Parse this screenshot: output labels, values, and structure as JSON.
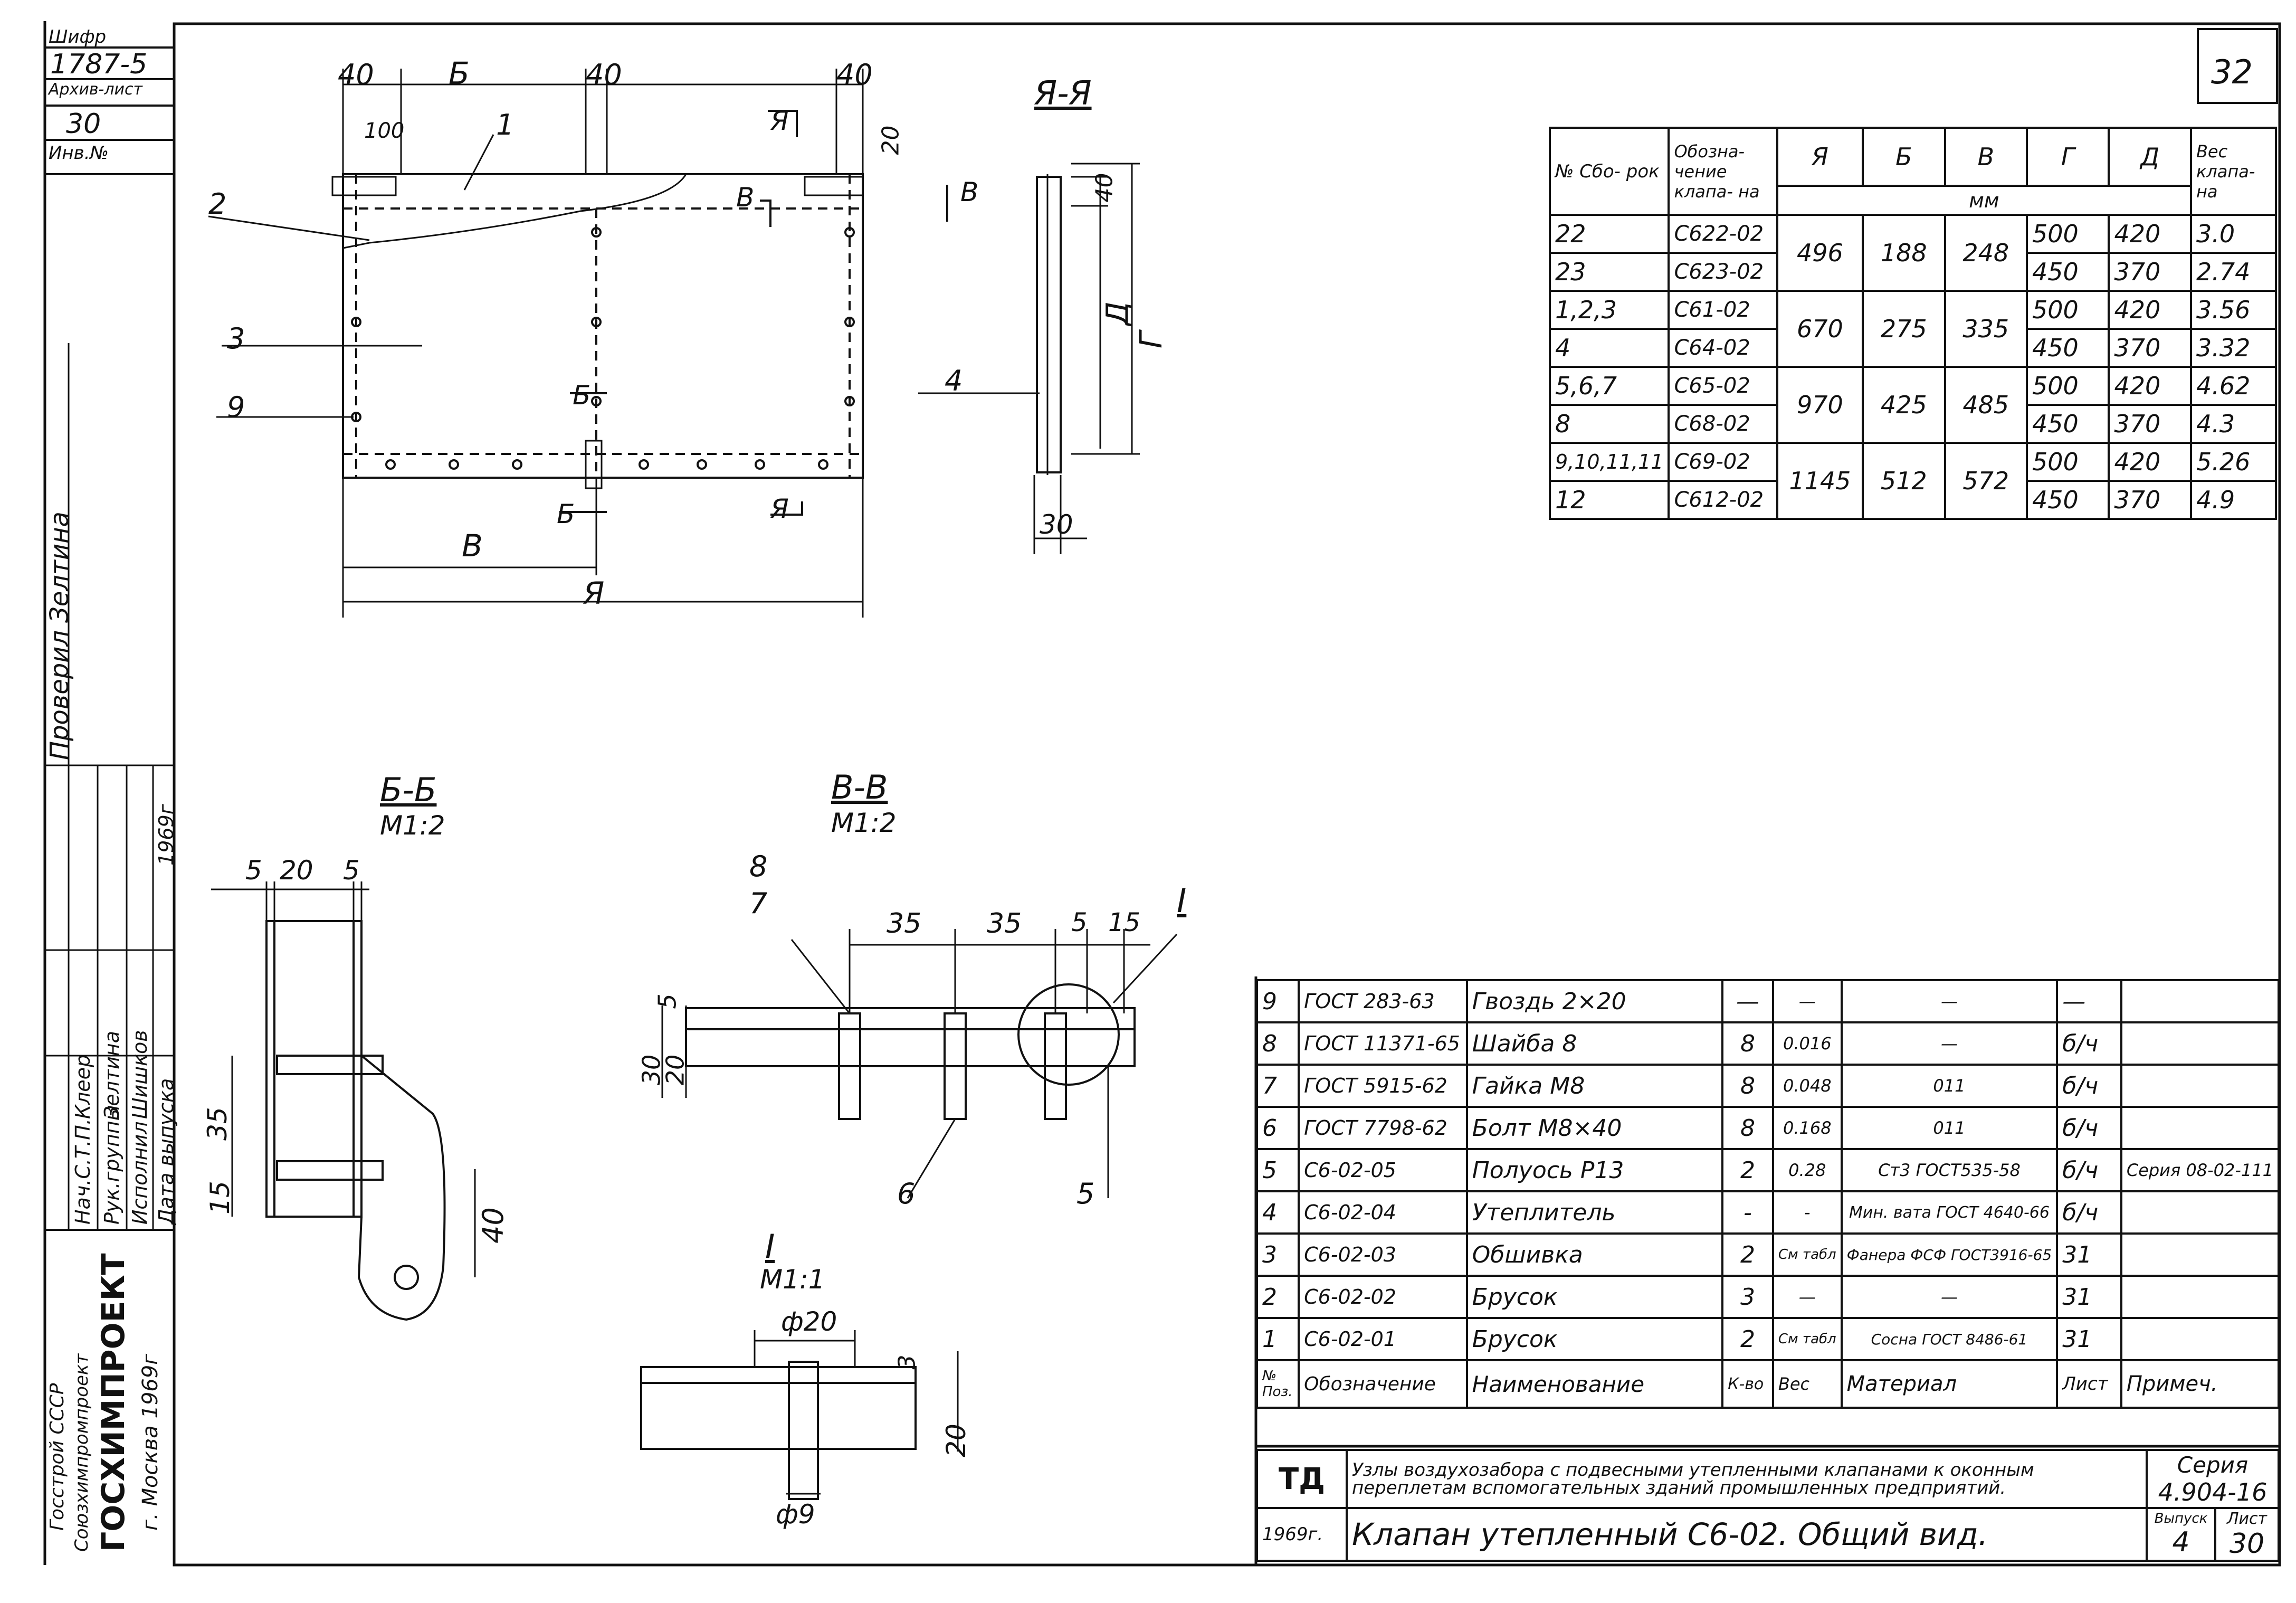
{
  "sheet_corner_number": "32",
  "stamp": {
    "cipher_label": "Шифр",
    "cipher_value": "1787-5",
    "archive_label": "Архив-лист",
    "archive_value": "30",
    "inv_label": "Инв.№",
    "signatures": [
      {
        "role": "Нач.С.Т.П.",
        "name": "Клеер"
      },
      {
        "role": "Рук.группы",
        "name": "Зелтина"
      },
      {
        "role": "Исполнил",
        "name": "Шишков"
      },
      {
        "role": "Дата выпуска",
        "name": "1969г"
      }
    ],
    "checked_label": "Проверил",
    "checked_name": "Зелтина",
    "org_1": "Госстрой СССР",
    "org_2": "Союзхимпромпроект",
    "org_name": "ГОСХИМПРОЕКТ",
    "org_city": "г. Москва 1969г"
  },
  "views": {
    "main_title": "",
    "aa_title": "Я-Я",
    "bb_title": "Б-Б",
    "bb_scale": "М1:2",
    "vv_title": "В-В",
    "vv_scale": "М1:2",
    "i_title": "I",
    "i_scale": "М1:1"
  },
  "dims": {
    "top_40a": "40",
    "top_b": "Б",
    "top_40b": "40",
    "top_40c": "40",
    "top_100": "100",
    "d20": "20",
    "d40": "40",
    "d30": "30",
    "dim_v": "В",
    "dim_a": "Я",
    "dim_g": "Г",
    "dim_d": "Д",
    "sec_b_mark": "Б",
    "sec_v_mark": "В",
    "sec_a_mark": "Я",
    "bb_5a": "5",
    "bb_20": "20",
    "bb_5b": "5",
    "bb_35": "35",
    "bb_15": "15",
    "bb_40": "40",
    "vv_35a": "35",
    "vv_35b": "35",
    "vv_5": "5",
    "vv_15": "15",
    "vv_left5": "5",
    "vv_30": "30",
    "vv_20": "20",
    "i_d20": "ф20",
    "i_d9": "ф9",
    "i_3": "3",
    "i_20": "20"
  },
  "callouts": {
    "c1": "1",
    "c2": "2",
    "c3": "3",
    "c9": "9",
    "c4": "4",
    "c8": "8",
    "c7": "7",
    "c6": "6",
    "c5": "5",
    "cI": "I"
  },
  "params_table": {
    "headers": [
      "№ Сбо- рок",
      "Обозна- чение клапа- на",
      "Я",
      "Б",
      "В",
      "Г",
      "Д",
      "Вес клапа- на"
    ],
    "unit": "мм",
    "rows": [
      {
        "no": "22",
        "code": "С622-02",
        "A": "496",
        "B": "188",
        "V": "248",
        "G": "500",
        "D": "420",
        "W": "3.0"
      },
      {
        "no": "23",
        "code": "С623-02",
        "A": "",
        "B": "",
        "V": "",
        "G": "450",
        "D": "370",
        "W": "2.74"
      },
      {
        "no": "1,2,3",
        "code": "С61-02",
        "A": "670",
        "B": "275",
        "V": "335",
        "G": "500",
        "D": "420",
        "W": "3.56"
      },
      {
        "no": "4",
        "code": "С64-02",
        "A": "",
        "B": "",
        "V": "",
        "G": "450",
        "D": "370",
        "W": "3.32"
      },
      {
        "no": "5,6,7",
        "code": "С65-02",
        "A": "970",
        "B": "425",
        "V": "485",
        "G": "500",
        "D": "420",
        "W": "4.62"
      },
      {
        "no": "8",
        "code": "С68-02",
        "A": "",
        "B": "",
        "V": "",
        "G": "450",
        "D": "370",
        "W": "4.3"
      },
      {
        "no": "9,10,11,11",
        "code": "С69-02",
        "A": "1145",
        "B": "512",
        "V": "572",
        "G": "500",
        "D": "420",
        "W": "5.26"
      },
      {
        "no": "12",
        "code": "С612-02",
        "A": "",
        "B": "",
        "V": "",
        "G": "450",
        "D": "370",
        "W": "4.9"
      }
    ]
  },
  "parts_list": {
    "rows": [
      {
        "pos": "9",
        "code": "ГОСТ 283-63",
        "name": "Гвоздь 2×20",
        "qty": "—",
        "weight": "—",
        "material": "—",
        "sheet": "—",
        "note": ""
      },
      {
        "pos": "8",
        "code": "ГОСТ 11371-65",
        "name": "Шайба 8",
        "qty": "8",
        "weight": "0.016",
        "material": "—",
        "sheet": "б/ч",
        "note": ""
      },
      {
        "pos": "7",
        "code": "ГОСТ 5915-62",
        "name": "Гайка М8",
        "qty": "8",
        "weight": "0.048",
        "material": "011",
        "sheet": "б/ч",
        "note": ""
      },
      {
        "pos": "6",
        "code": "ГОСТ 7798-62",
        "name": "Болт М8×40",
        "qty": "8",
        "weight": "0.168",
        "material": "011",
        "sheet": "б/ч",
        "note": ""
      },
      {
        "pos": "5",
        "code": "С6-02-05",
        "name": "Полуось Р13",
        "qty": "2",
        "weight": "0.28",
        "material": "Ст3 ГОСТ535-58",
        "sheet": "б/ч",
        "note": "Серия 08-02-111"
      },
      {
        "pos": "4",
        "code": "С6-02-04",
        "name": "Утеплитель",
        "qty": "-",
        "weight": "-",
        "material": "Мин. вата ГОСТ 4640-66",
        "sheet": "б/ч",
        "note": ""
      },
      {
        "pos": "3",
        "code": "С6-02-03",
        "name": "Обшивка",
        "qty": "2",
        "weight": "См табл",
        "material": "Фанера ФСФ ГОСТ3916-65",
        "sheet": "31",
        "note": ""
      },
      {
        "pos": "2",
        "code": "С6-02-02",
        "name": "Брусок",
        "qty": "3",
        "weight": "—",
        "material": "—",
        "sheet": "31",
        "note": ""
      },
      {
        "pos": "1",
        "code": "С6-02-01",
        "name": "Брусок",
        "qty": "2",
        "weight": "См табл",
        "material": "Сосна ГОСТ 8486-61",
        "sheet": "31",
        "note": ""
      }
    ],
    "header": {
      "pos": "№ Поз.",
      "code": "Обозначение",
      "name": "Наименование",
      "qty": "К-во",
      "weight": "Вес",
      "material": "Материал",
      "sheet": "Лист",
      "note": "Примеч."
    }
  },
  "title_block": {
    "td": "ТД",
    "description": "Узлы воздухозабора с подвесными утепленными клапанами к оконным переплетам вспомогательных зданий промышленных предприятий.",
    "series_label": "Серия",
    "series_value": "4.904-16",
    "year": "1969г.",
    "drawing_title": "Клапан утепленный С6-02. Общий вид.",
    "issue_label": "Выпуск",
    "issue_value": "4",
    "sheet_label": "Лист",
    "sheet_value": "30"
  }
}
